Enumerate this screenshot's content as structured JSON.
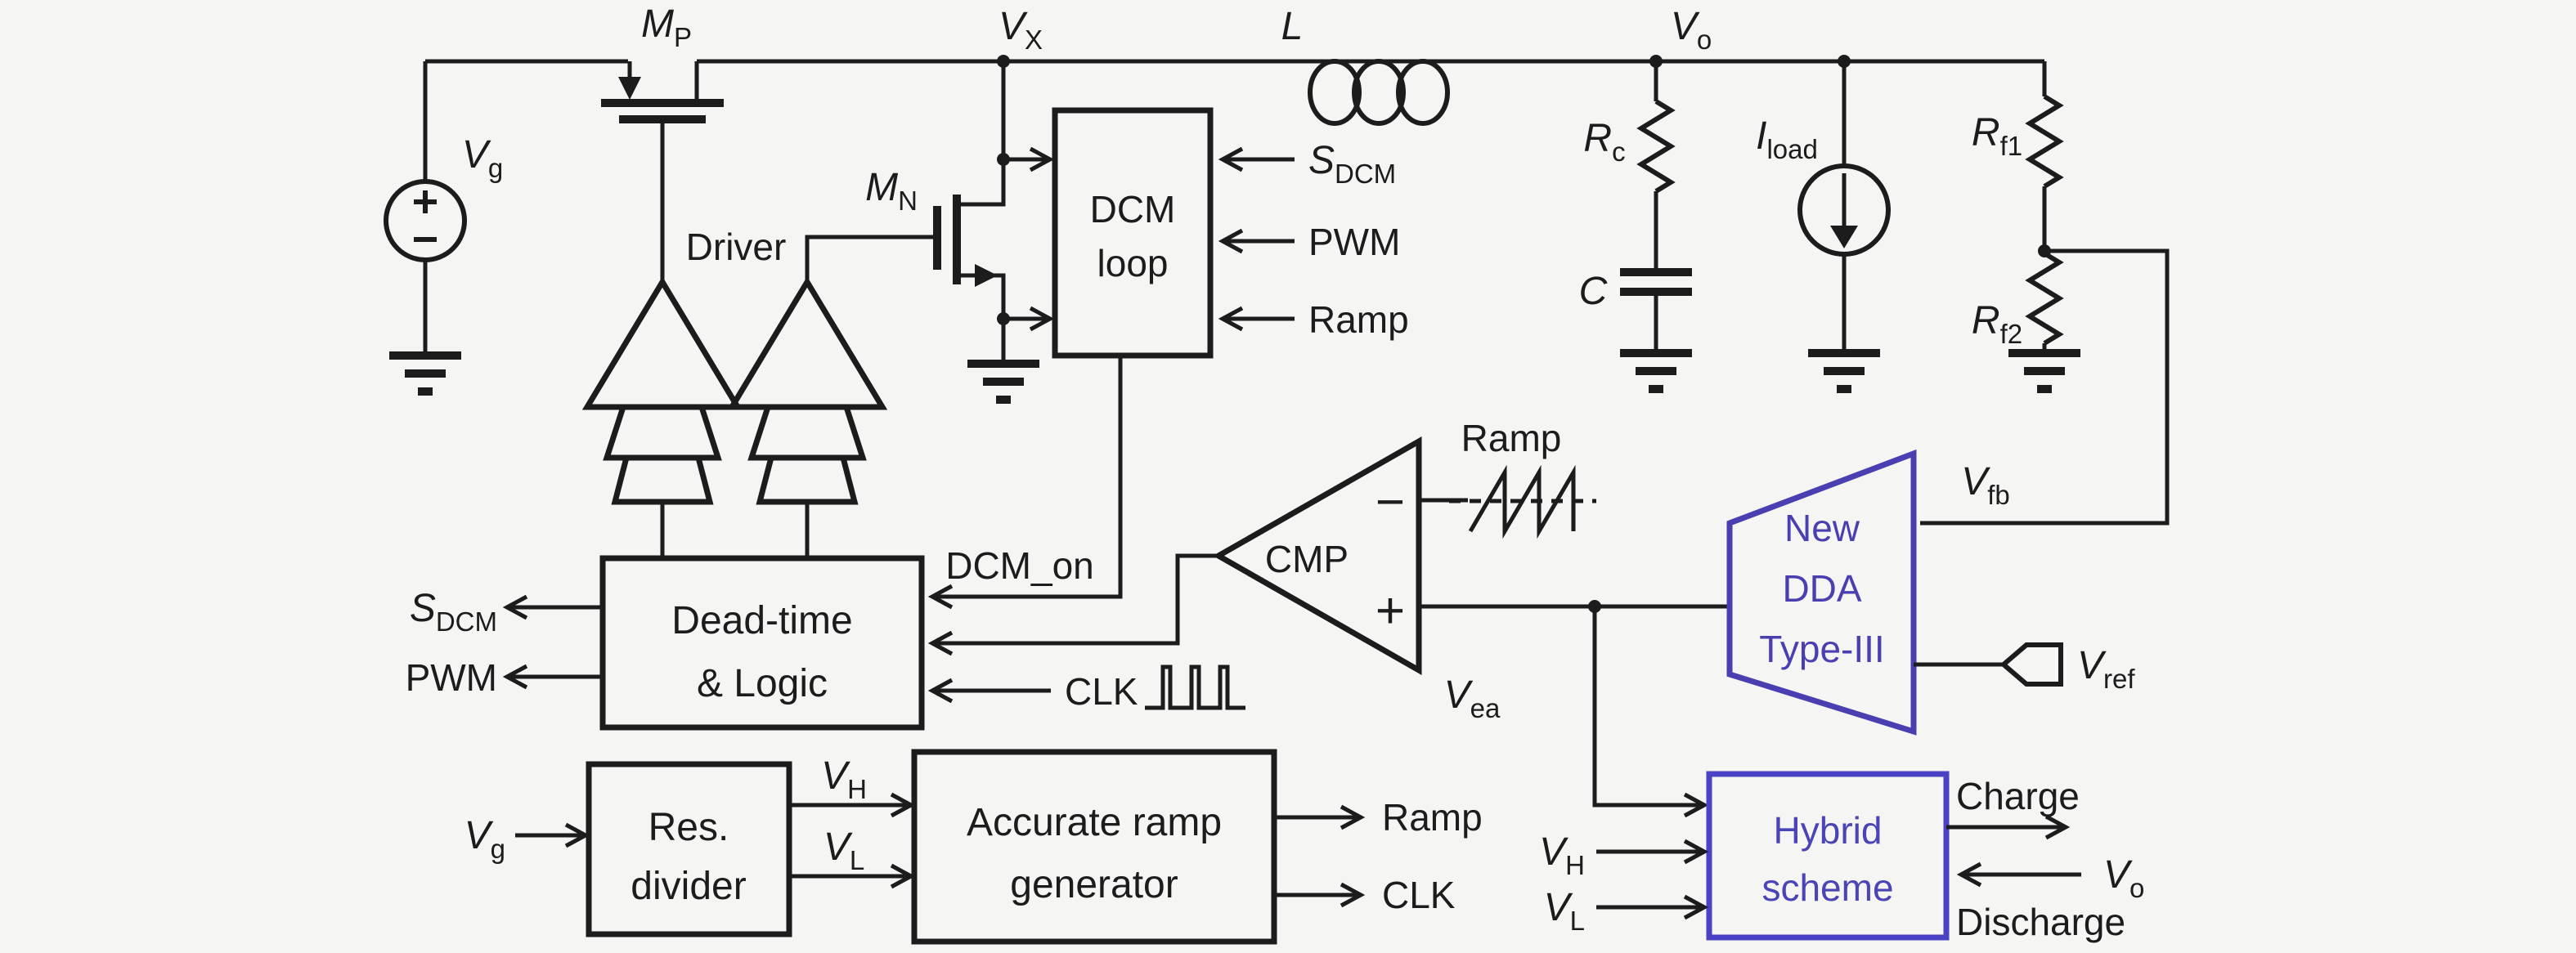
{
  "colors": {
    "background": "#f5f5f4",
    "ink": "#1c1c1c",
    "dda_accent": "#4a3fb0",
    "hybrid_accent": "#4a42c4",
    "hybrid_text": "#4a44b5"
  },
  "power_stage": {
    "vg": {
      "main": "V",
      "sub": "g"
    },
    "mp": {
      "main": "M",
      "sub": "P"
    },
    "driver": "Driver",
    "mn": {
      "main": "M",
      "sub": "N"
    },
    "vx": {
      "main": "V",
      "sub": "X"
    },
    "inductor": "L",
    "vo": {
      "main": "V",
      "sub": "o"
    },
    "rc": {
      "main": "R",
      "sub": "c"
    },
    "cap": "C",
    "iload": {
      "main": "I",
      "sub": "load"
    },
    "rf1": {
      "main": "R",
      "sub": "f1"
    },
    "rf2": {
      "main": "R",
      "sub": "f2"
    }
  },
  "dcm_loop": {
    "title1": "DCM",
    "title2": "loop",
    "in_sdcm": {
      "main": "S",
      "sub": "DCM"
    },
    "in_pwm": "PWM",
    "in_ramp": "Ramp",
    "out_dcm_on": "DCM_on"
  },
  "deadtime": {
    "title1": "Dead-time",
    "title2": "& Logic",
    "out_sdcm": {
      "main": "S",
      "sub": "DCM"
    },
    "out_pwm": "PWM",
    "in_clk": "CLK"
  },
  "comparator": {
    "name": "CMP",
    "minus": "−",
    "plus": "+",
    "ramp": "Ramp",
    "vea": {
      "main": "V",
      "sub": "ea"
    }
  },
  "dda": {
    "title1": "New",
    "title2": "DDA",
    "title3": "Type-III",
    "vfb": {
      "main": "V",
      "sub": "fb"
    },
    "vref": {
      "main": "V",
      "sub": "ref"
    }
  },
  "hybrid": {
    "title1": "Hybrid",
    "title2": "scheme",
    "vh": {
      "main": "V",
      "sub": "H"
    },
    "vl": {
      "main": "V",
      "sub": "L"
    },
    "charge": "Charge",
    "vo": {
      "main": "V",
      "sub": "o"
    },
    "discharge": "Discharge"
  },
  "ramp_gen": {
    "vg": {
      "main": "V",
      "sub": "g"
    },
    "res1": "Res.",
    "res2": "divider",
    "vh": {
      "main": "V",
      "sub": "H"
    },
    "vl": {
      "main": "V",
      "sub": "L"
    },
    "gen1": "Accurate ramp",
    "gen2": "generator",
    "out_ramp": "Ramp",
    "out_clk": "CLK"
  }
}
